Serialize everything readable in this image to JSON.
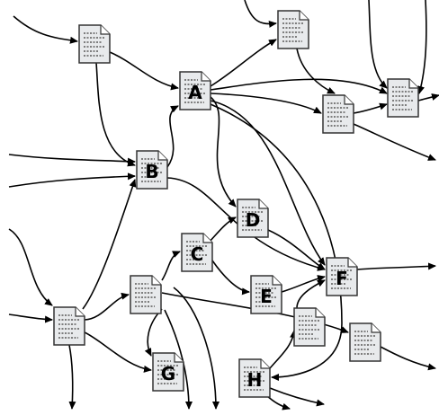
{
  "graph": {
    "labeled_nodes": [
      {
        "id": "A",
        "label": "A"
      },
      {
        "id": "B",
        "label": "B"
      },
      {
        "id": "C",
        "label": "C"
      },
      {
        "id": "D",
        "label": "D"
      },
      {
        "id": "E",
        "label": "E"
      },
      {
        "id": "F",
        "label": "F"
      },
      {
        "id": "G",
        "label": "G"
      },
      {
        "id": "H",
        "label": "H"
      }
    ],
    "unlabeled_nodes": [
      "u1",
      "u2",
      "u3",
      "u4",
      "u5",
      "u6",
      "u7",
      "u8"
    ],
    "edges": [
      [
        "u1",
        "A"
      ],
      [
        "u1",
        "B"
      ],
      [
        "A",
        "u2"
      ],
      [
        "A",
        "u3"
      ],
      [
        "A",
        "u4"
      ],
      [
        "A",
        "D"
      ],
      [
        "A",
        "F"
      ],
      [
        "A",
        "H"
      ],
      [
        "B",
        "A"
      ],
      [
        "B",
        "F"
      ],
      [
        "u2",
        "u4"
      ],
      [
        "u4",
        "u3"
      ],
      [
        "C",
        "D"
      ],
      [
        "C",
        "E"
      ],
      [
        "D",
        "F"
      ],
      [
        "E",
        "F"
      ],
      [
        "u5",
        "B"
      ],
      [
        "u5",
        "G"
      ],
      [
        "u5",
        "u6"
      ],
      [
        "u6",
        "C"
      ],
      [
        "u6",
        "G"
      ],
      [
        "u6",
        "u8"
      ],
      [
        "H",
        "u7"
      ],
      [
        "u7",
        "F"
      ]
    ]
  },
  "style": {
    "doc_fill": "#e8eaec",
    "doc_stroke": "#333333",
    "arrow_color": "#000000",
    "background": "#ffffff"
  }
}
